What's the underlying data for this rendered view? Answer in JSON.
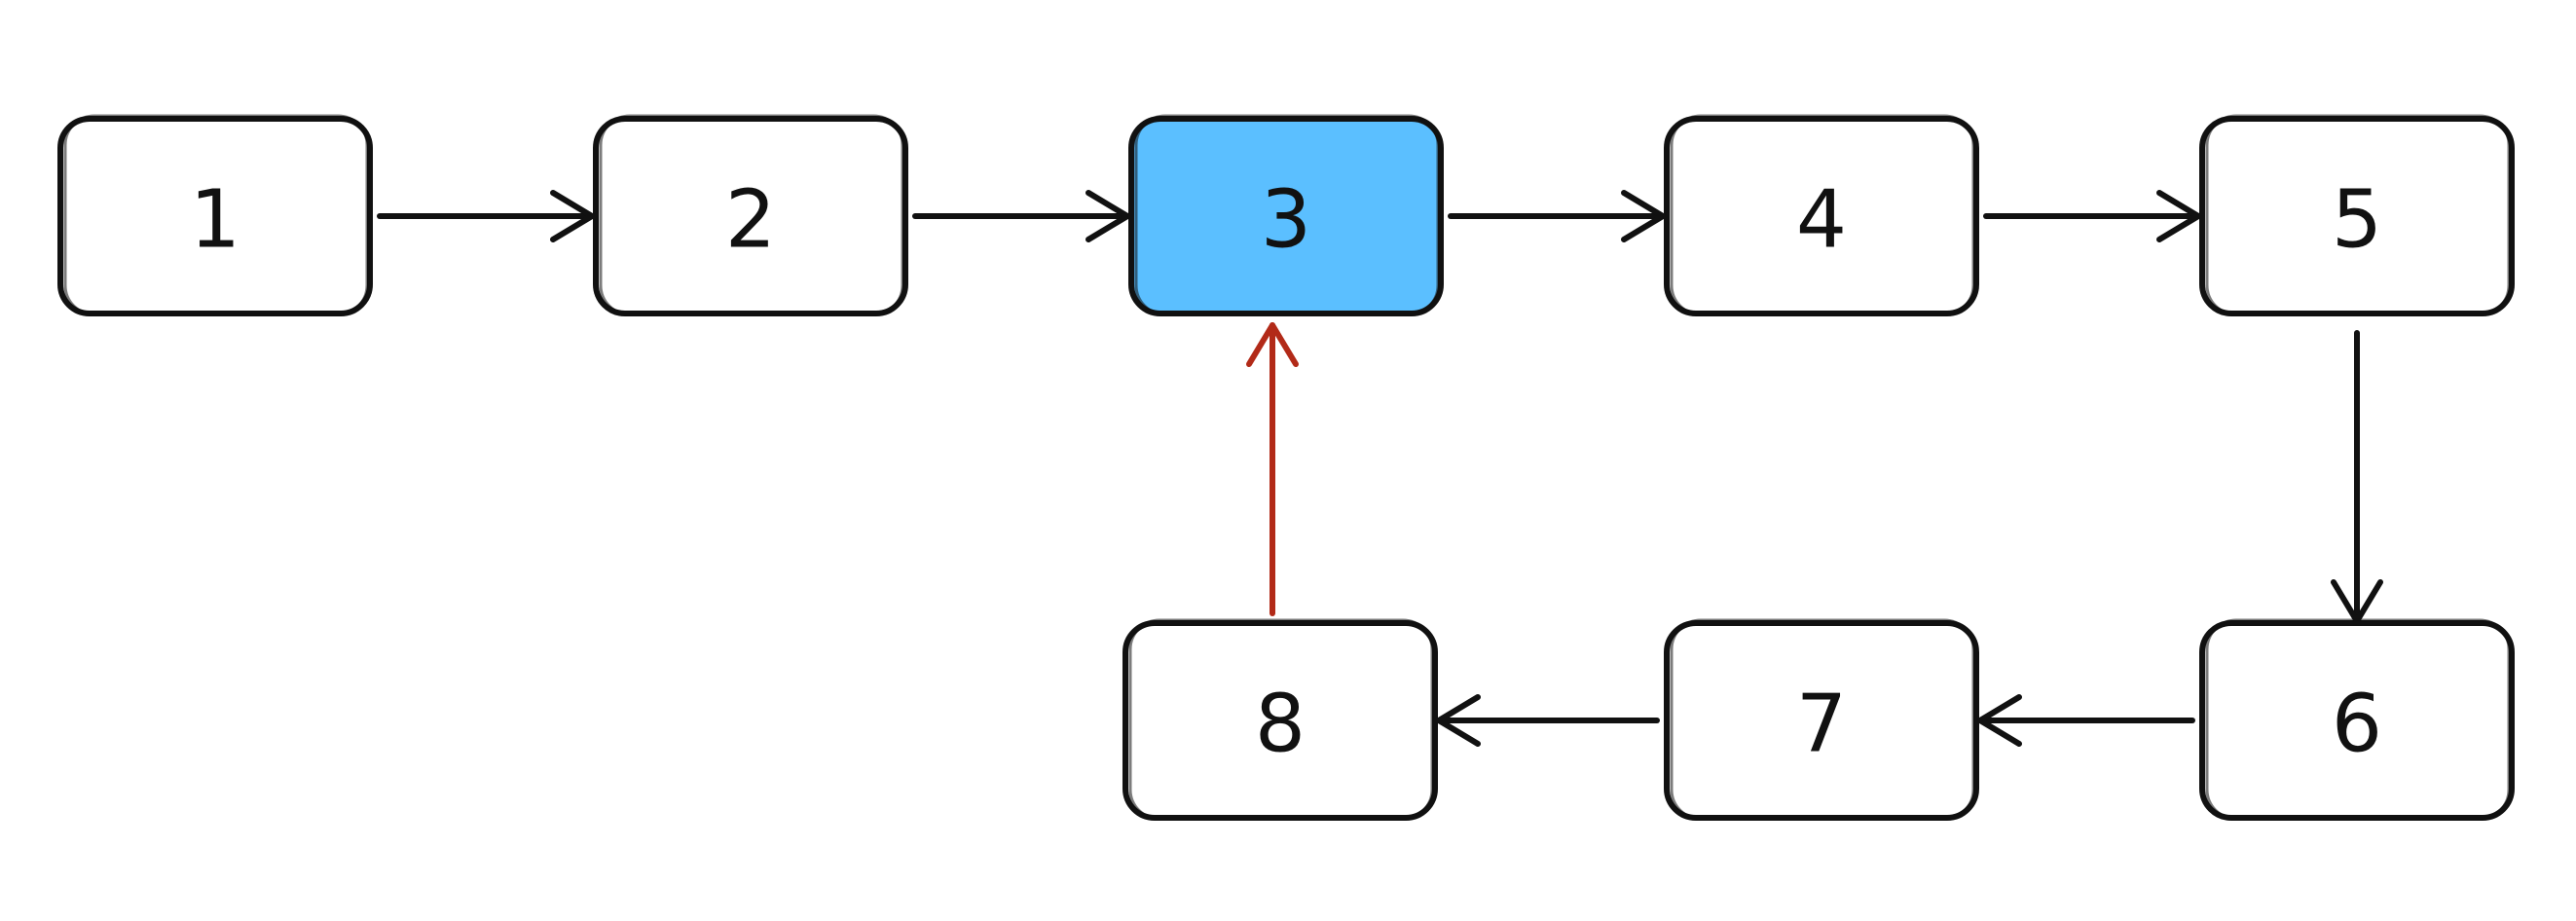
{
  "diagram": {
    "type": "linked-list-with-cycle",
    "colors": {
      "default_fill": "#ffffff",
      "highlight_fill": "#5bbfff",
      "stroke": "#111111",
      "edge": "#111111",
      "cycle_edge": "#b22a18"
    },
    "nodes": [
      {
        "id": "n1",
        "label": "1",
        "highlighted": false
      },
      {
        "id": "n2",
        "label": "2",
        "highlighted": false
      },
      {
        "id": "n3",
        "label": "3",
        "highlighted": true
      },
      {
        "id": "n4",
        "label": "4",
        "highlighted": false
      },
      {
        "id": "n5",
        "label": "5",
        "highlighted": false
      },
      {
        "id": "n6",
        "label": "6",
        "highlighted": false
      },
      {
        "id": "n7",
        "label": "7",
        "highlighted": false
      },
      {
        "id": "n8",
        "label": "8",
        "highlighted": false
      }
    ],
    "edges": [
      {
        "from": "n1",
        "to": "n2",
        "cycle": false
      },
      {
        "from": "n2",
        "to": "n3",
        "cycle": false
      },
      {
        "from": "n3",
        "to": "n4",
        "cycle": false
      },
      {
        "from": "n4",
        "to": "n5",
        "cycle": false
      },
      {
        "from": "n5",
        "to": "n6",
        "cycle": false
      },
      {
        "from": "n6",
        "to": "n7",
        "cycle": false
      },
      {
        "from": "n7",
        "to": "n8",
        "cycle": false
      },
      {
        "from": "n8",
        "to": "n3",
        "cycle": true
      }
    ]
  }
}
